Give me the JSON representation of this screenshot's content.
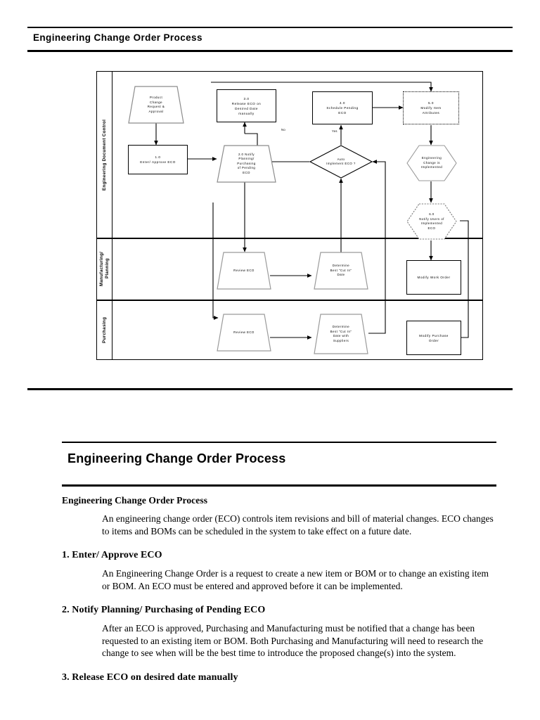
{
  "page_header": {
    "title": "Engineering Change Order Process"
  },
  "flowchart": {
    "lanes": [
      {
        "id": "engineering-document-control",
        "label": "Engineering Document Control"
      },
      {
        "id": "manufacturing-planning",
        "label": "Manufacturing/\nPlanning"
      },
      {
        "id": "purchasing",
        "label": "Purchasing"
      }
    ],
    "nodes": {
      "product_change_request": "Product\nChange\nRequest &\nApproval",
      "enter_approve_eco": "1.0\nEnter/ Approve ECO",
      "notify_planning": "2.0 Notify\nPlanning/\nPurchasing\nof Pending\nECO",
      "release_eco": "3.0\nRelease ECO on\nDesired Date\nmanually",
      "schedule_pending_eco": "4.0\nSchedule Pending\nECO",
      "modify_item_attributes": "5.0\nModify Item\nAttributes",
      "auto_implement_eco": "Auto\nImplement ECO ?",
      "engineering_change_implemented": "Engineering\nChange is\nImplemented",
      "notify_users": "6.0\nNotify Users of\nImplemented\nECO",
      "mfg_review_eco": "Review ECO",
      "mfg_determine_cutin": "Determine\nBest \"Cut In\"\nDate",
      "modify_work_order": "Modify Work Order",
      "pur_review_eco": "Review ECO",
      "pur_determine_cutin": "Determine\nBest \"Cut In\"\nDate with\nSuppliers",
      "modify_purchase_order": "Modify Purchase\nOrder"
    },
    "edge_labels": {
      "no": "No",
      "yes": "Yes"
    }
  },
  "document": {
    "title": "Engineering Change Order Process",
    "section_heading": "Engineering Change Order Process",
    "intro": "An engineering change order (ECO) controls item revisions and bill of material changes.  ECO changes to items and BOMs can be scheduled in the system to take effect on a future date.",
    "items": [
      {
        "heading": "1. Enter/ Approve ECO",
        "body": "An Engineering Change Order is a request to create a new item or BOM or to change an existing item or BOM.  An ECO must be entered and approved before it can be implemented."
      },
      {
        "heading": "2. Notify Planning/ Purchasing of Pending ECO",
        "body": "After an ECO is approved, Purchasing and Manufacturing must be notified that a change has been requested to an existing item or BOM.  Both Purchasing and Manufacturing will need to research the change to see when will be the best time to introduce the proposed change(s) into the system."
      },
      {
        "heading": "3. Release ECO on desired date manually",
        "body": ""
      }
    ]
  },
  "colors": {
    "ink": "#000000",
    "shape_outline_light": "#8c8c8c",
    "page_background": "#ffffff"
  }
}
